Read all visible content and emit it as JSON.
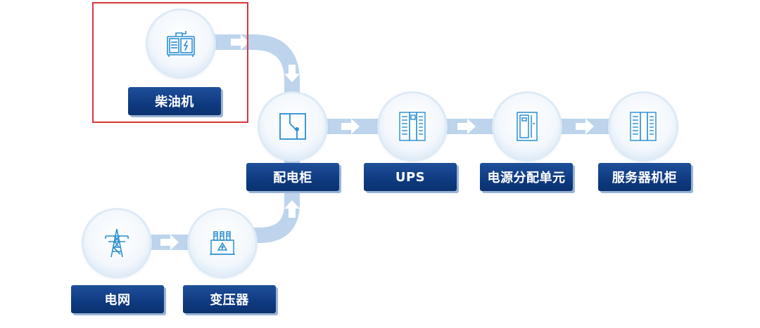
{
  "diagram": {
    "nodes": [
      {
        "id": "diesel",
        "label": "柴油机",
        "icon": "diesel-generator-icon"
      },
      {
        "id": "switchboard",
        "label": "配电柜",
        "icon": "switch-icon"
      },
      {
        "id": "ups",
        "label": "UPS",
        "icon": "ups-cabinet-icon"
      },
      {
        "id": "pdu",
        "label": "电源分配单元",
        "icon": "power-distribution-cabinet-icon"
      },
      {
        "id": "rack",
        "label": "服务器机柜",
        "icon": "server-rack-icon"
      },
      {
        "id": "grid",
        "label": "电网",
        "icon": "power-tower-icon"
      },
      {
        "id": "transformer",
        "label": "变压器",
        "icon": "transformer-icon"
      }
    ],
    "flows": [
      [
        "diesel",
        "switchboard"
      ],
      [
        "switchboard",
        "ups"
      ],
      [
        "ups",
        "pdu"
      ],
      [
        "pdu",
        "rack"
      ],
      [
        "grid",
        "transformer"
      ],
      [
        "transformer",
        "switchboard"
      ]
    ],
    "highlighted_node": "diesel",
    "colors": {
      "label_bg": "#0f3a80",
      "connector": "#bdd4ec",
      "arrow": "#ffffff",
      "highlight": "#d9363b"
    }
  }
}
